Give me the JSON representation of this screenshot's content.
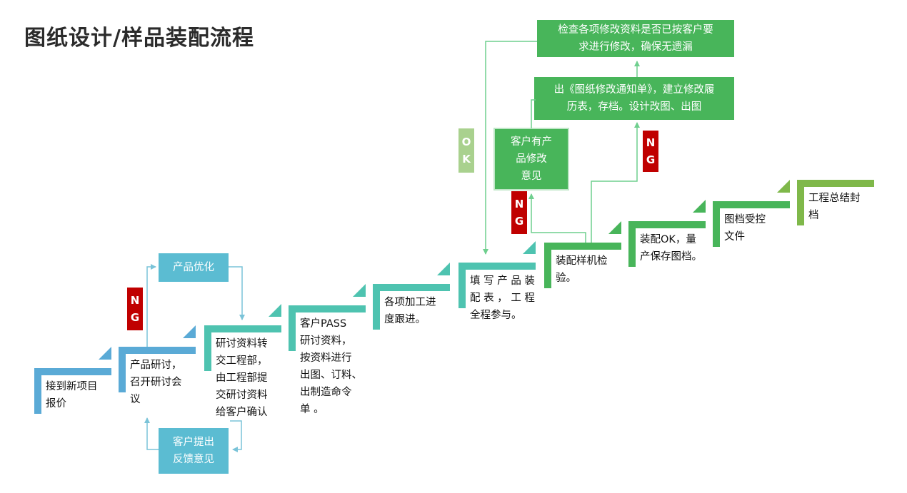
{
  "title": "图纸设计/样品装配流程",
  "colors": {
    "blue": "#5aaad6",
    "cyan_box": "#5bbcd2",
    "teal": "#4ec3b0",
    "green": "#48b55a",
    "light_green": "#7fb84a",
    "ng_red": "#c00000",
    "ok_green": "#a9d18e",
    "arrow_blue": "#7ac3d8",
    "arrow_green": "#6fcf8e"
  },
  "steps": [
    {
      "id": "s1",
      "text": "接到新项目\n报价"
    },
    {
      "id": "s2",
      "text": "产品研讨，\n召开研讨会\n议"
    },
    {
      "id": "s3",
      "text": "研讨资料转\n交工程部，\n由工程部提\n交研讨资料\n给客户确认"
    },
    {
      "id": "s4",
      "text": "客户PASS\n研讨资料，\n按资料进行\n出图、订料、\n出制造命令\n单 。"
    },
    {
      "id": "s5",
      "text": "各项加工进\n度跟进。"
    },
    {
      "id": "s6",
      "text": "填 写 产 品 装\n配 表 ， 工 程\n全程参与。"
    },
    {
      "id": "s7",
      "text": "装配样机检\n验。"
    },
    {
      "id": "s8",
      "text": "装配OK，量\n产保存图档。"
    },
    {
      "id": "s9",
      "text": "图档受控\n文件"
    },
    {
      "id": "s10",
      "text": "工程总结封\n档"
    }
  ],
  "boxes": {
    "optimize": "产品优化",
    "feedback": "客户提出\n反馈意见",
    "customer_mod": "客户有产\n品修改\n意见",
    "notice": "出《图纸修改通知单》，建立修改履\n历表，存档。设计改图、出图",
    "check": "检查各项修改资料是否已按客户要\n求进行修改，确保无遗漏"
  },
  "tags": {
    "ng": [
      "N",
      "G"
    ],
    "ok": [
      "O",
      "K"
    ]
  }
}
